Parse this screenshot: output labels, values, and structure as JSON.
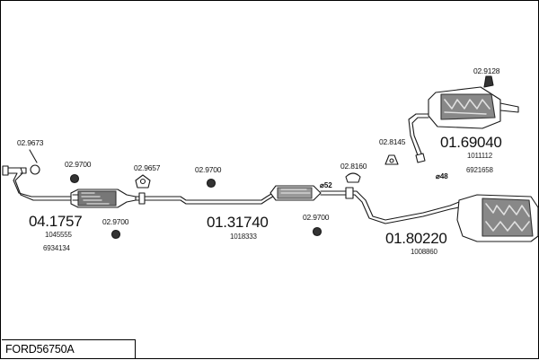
{
  "model": "FORD56750A",
  "labels": {
    "clip_9673": "02.9673",
    "ring_left": "02.9700",
    "ring_under_cat": "02.9700",
    "mount_9657": "02.9657",
    "ring_mid": "02.9700",
    "ring_center_low": "02.9700",
    "clamp_8160": "02.8160",
    "mount_8145": "02.8145",
    "mount_9128": "02.9128"
  },
  "parts": {
    "catalyst": {
      "code": "04.1757",
      "ref1": "1045555",
      "ref2": "6934134"
    },
    "mid_pipe": {
      "code": "01.31740",
      "ref1": "1018333"
    },
    "rear_box": {
      "code": "01.80220",
      "ref1": "1008860"
    },
    "rear_muffler": {
      "code": "01.69040",
      "ref1": "1011112",
      "ref2": "6921658"
    }
  },
  "diameters": {
    "d52": "⌀52",
    "d48": "⌀48"
  }
}
